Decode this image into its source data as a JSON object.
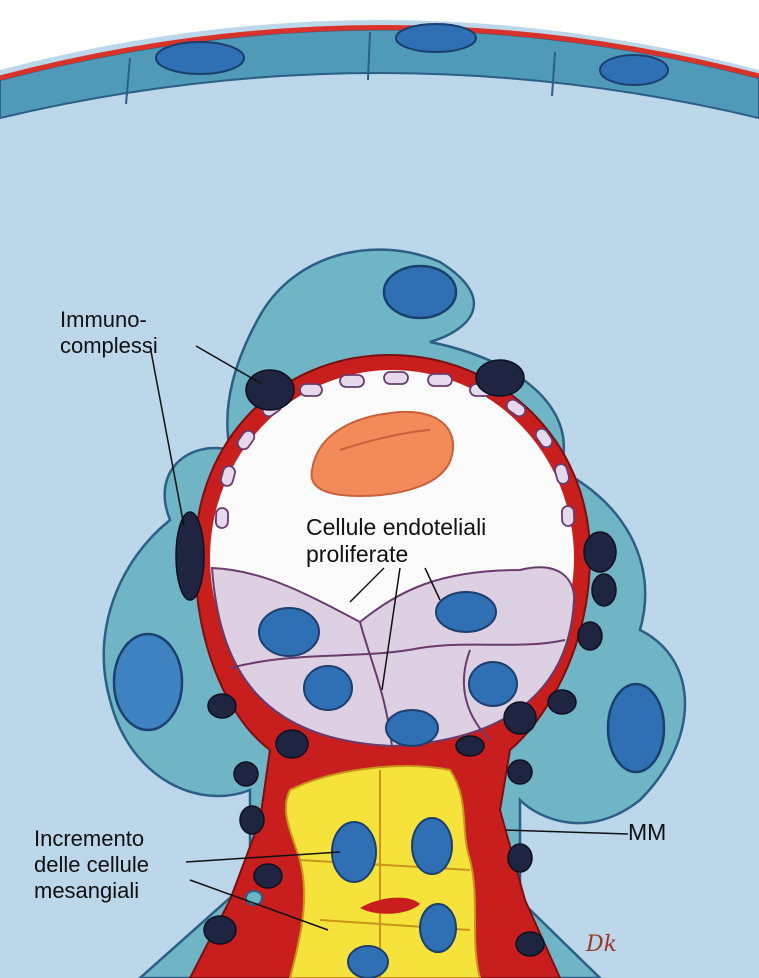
{
  "labels": {
    "immunocomplessi": "Immuno-\ncomplessi",
    "cellule_endoteliali": "Cellule endoteliali\nproliferate",
    "incremento_mesangiali": "Incremento\ndelle cellule\nmesangiali",
    "mm": "MM"
  },
  "signature": "Dk",
  "colors": {
    "background": "#b9d4e8",
    "capsule_line": "#d8322a",
    "capsule_cells": "#4f9ab8",
    "nucleus": "#2f6fb3",
    "podocyte": "#6fb5c6",
    "basement_membrane": "#c81e1e",
    "lumen": "#fbfbfb",
    "endothelial": "#ddd0e2",
    "red_blood_cell": "#f28a5a",
    "immune_complex": "#1f2540",
    "mesangium": "#f5e23a"
  }
}
